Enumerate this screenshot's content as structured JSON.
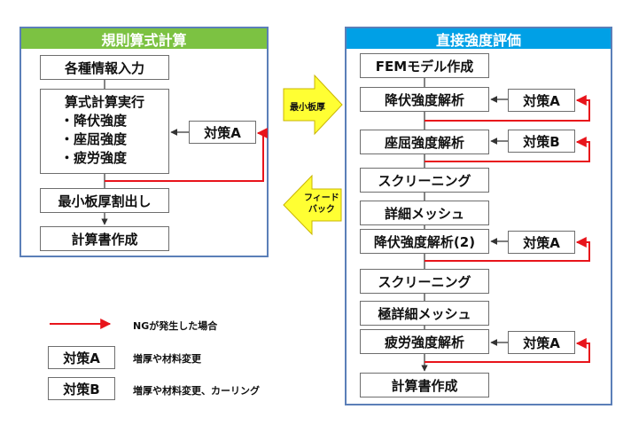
{
  "left": {
    "title": "規則算式計算",
    "title_color": "#7cc242",
    "steps": {
      "info_input": "各種情報入力",
      "calc_main": "算式計算実行",
      "calc_items": [
        "・降伏強度",
        "・座屈強度",
        "・疲労強度"
      ],
      "min_thickness": "最小板厚割出し",
      "report": "計算書作成"
    },
    "countermeasure": "対策A"
  },
  "right": {
    "title": "直接強度評価",
    "title_color": "#00a0e6",
    "steps": [
      "FEMモデル作成",
      "降伏強度解析",
      "座屈強度解析",
      "スクリーニング",
      "詳細メッシュ",
      "降伏強度解析(2)",
      "スクリーニング",
      "極詳細メッシュ",
      "疲労強度解析",
      "計算書作成"
    ],
    "countermeasures": [
      "対策A",
      "対策B",
      "対策A",
      "対策A"
    ]
  },
  "arrows": {
    "to_right_label": "最小板厚",
    "to_left_label": "フィード\nバック",
    "arrow_fill": "#ffff33"
  },
  "legend": {
    "ng_label": "NGが発生した場合",
    "ng_color": "#e8141b",
    "items": [
      {
        "key": "対策A",
        "desc": "増厚や材料変更"
      },
      {
        "key": "対策B",
        "desc": "増厚や材料変更、カーリング"
      }
    ]
  }
}
